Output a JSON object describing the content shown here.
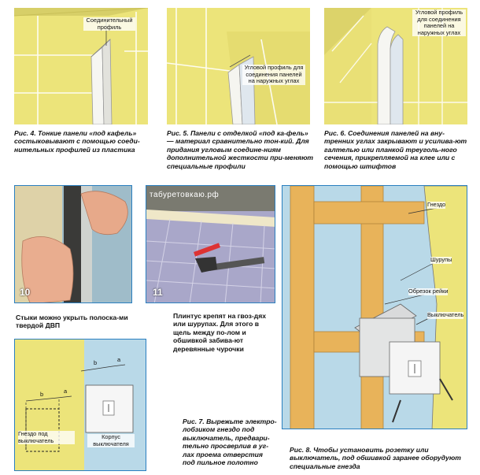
{
  "watermark": "табуретовкаю.рф",
  "figures": [
    {
      "id": "fig4",
      "caption": "Рис. 4. Тонкие панели «под кафель» состыковывают с помощью соеди-нительных профилей из пластика",
      "callout": "Соединительный профиль"
    },
    {
      "id": "fig5",
      "caption": "Рис. 5. Панели с отделкой «под ка-фель» — материал сравнительно тон-кий. Для придания угловым соедине-ниям дополнительной жесткости при-меняют специальные профили",
      "callout": "Угловой профиль для соединения панелей на наружных углах"
    },
    {
      "id": "fig6",
      "caption": "Рис. 6. Соединения панелей на вну-тренних углах закрывают и усилива-ют галтелью или планкой треуголь-ного сечения, прикрепляемой на клее или с помощью штифтов",
      "callout": "Угловой профиль для соединения панелей на наружных углах"
    },
    {
      "id": "fig10",
      "number": "10",
      "caption": "Стыки можно укрыть полоска-ми твердой ДВП"
    },
    {
      "id": "fig11",
      "number": "11",
      "caption": "Плинтус крепят на гвоз-дях или шурупах. Для этого в щель между по-лом и обшивкой забива-ют деревянные чурочки"
    },
    {
      "id": "fig8",
      "caption": "Рис. 8. Чтобы установить розетку или выключатель, под обшивкой заранее оборудуют специальные гнезда",
      "labels": [
        "Гнездо",
        "Шурупы",
        "Обрезок рейки",
        "Выключатель"
      ]
    },
    {
      "id": "fig7",
      "caption": "Рис. 7. Вырежьте электро-лобзиком гнездо под выключатель, предвари-тельно просверлив в уг-лах проема отверстия под пильное полотно",
      "labels": [
        "Гнездо под выключатель",
        "Корпус выключателя"
      ],
      "dims": [
        "b",
        "a",
        "b",
        "a"
      ]
    }
  ],
  "colors": {
    "frame": "#2a7fc0",
    "panel": "#ece47a",
    "wall": "#b9d9e8",
    "wood": "#e8b35a",
    "tile": "#a9a7c9"
  }
}
